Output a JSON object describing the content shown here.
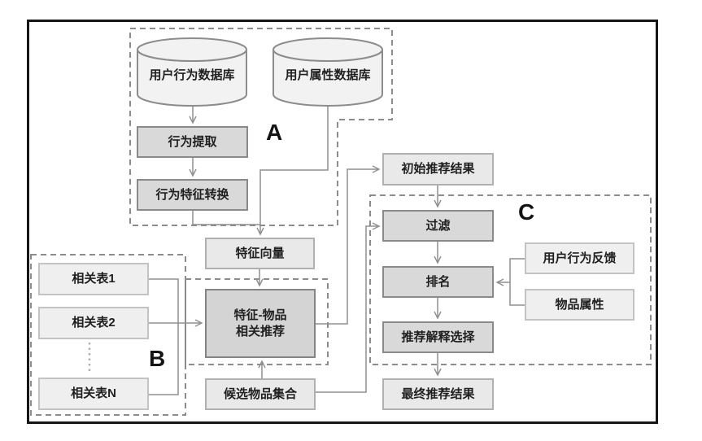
{
  "figure": {
    "groups": [
      {
        "id": "A",
        "label": "A"
      },
      {
        "id": "B",
        "label": "B"
      },
      {
        "id": "C",
        "label": "C"
      }
    ],
    "databases": {
      "user_behavior": "用户行为数据库",
      "user_attribute": "用户属性数据库"
    },
    "nodes": {
      "behavior_extract": "行为提取",
      "behavior_feature_convert": "行为特征转换",
      "feature_vector": "特征向量",
      "related_table_1": "相关表1",
      "related_table_2": "相关表2",
      "related_table_n": "相关表N",
      "feature_item": {
        "line1": "特征-物品",
        "line2": "相关推荐"
      },
      "candidate_item_set": "候选物品集合",
      "initial_results": "初始推荐结果",
      "filter": "过滤",
      "ranking": "排名",
      "explanation_selection": "推荐解释选择",
      "final_results": "最终推荐结果",
      "user_behavior_feedback": "用户行为反馈",
      "item_attribute": "物品属性"
    },
    "colors": {
      "process_fill": "#d9d9d9",
      "data_fill": "#e9e9e9",
      "light_fill": "#efefef",
      "cylinder_fill": "#f2f2f2",
      "connector_line": "#8f8f8f",
      "dashed_outline": "#8c8c8c",
      "frame_border": "#161616"
    }
  }
}
